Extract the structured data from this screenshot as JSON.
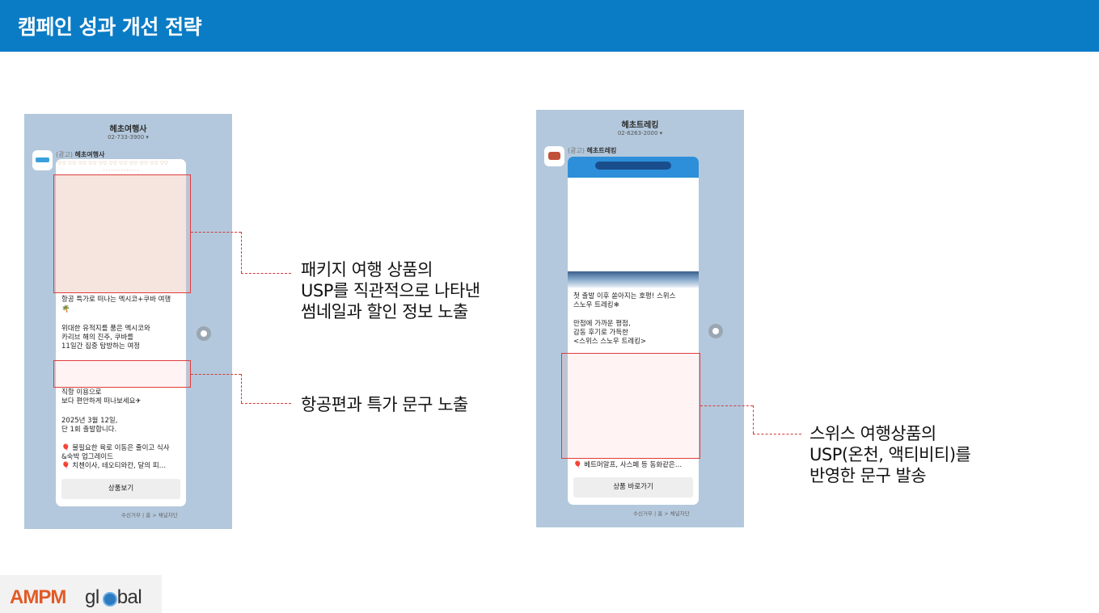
{
  "slide": {
    "title": "캠페인 성과 개선 전략"
  },
  "left_phone": {
    "channel_name": "헤초여행사",
    "channel_phone": "02-733-3900 ▾",
    "sender_ad": "(광고)",
    "sender_name": "헤초여행사",
    "message_line1": "항공 특가로 떠나는 멕시코+쿠바 여행",
    "message_emoji": "🌴",
    "message_block2": [
      "위대한 유적지를 품은 멕시코와",
      "카리브 해의 진주, 쿠바를",
      "11일간 집중 탐방하는 여정"
    ],
    "message_block3": [
      "직항 이용으로",
      "보다 편안하게 떠나보세요✈"
    ],
    "message_block4": [
      "2025년 3월 12일,",
      "단 1회 출발합니다."
    ],
    "message_block5": [
      "🎈 불필요한 육로 이동은 줄이고 식사",
      "&숙박 업그레이드",
      "🎈 치첸이사, 테오티와칸, 달의 피…"
    ],
    "button_label": "상품보기",
    "footer": "수신거부 | 홈 > 채널차단"
  },
  "right_phone": {
    "channel_name": "헤초트레킹",
    "channel_phone": "02-6263-2000 ▾",
    "sender_ad": "(광고)",
    "sender_name": "헤초트레킹",
    "message_block1": [
      "첫 출발 이후 쏟아지는 호평! 스위스",
      "스노우 트레킹❄"
    ],
    "message_block2": [
      "만점에 가까운 평점,",
      "감동 후기로 가득한",
      "<스위스 스노우 트레킹>"
    ],
    "message_block3": "🎈 베트머알프, 사스페 등 동화같은…",
    "button_label": "상품 바로가기",
    "footer": "수신거부 | 홈 > 채널차단"
  },
  "annotations": {
    "a1": [
      "패키지 여행 상품의",
      "USP를 직관적으로 나타낸",
      "썸네일과 할인 정보 노출"
    ],
    "a2": "항공편과 특가 문구 노출",
    "a3": [
      "스위스 여행상품의",
      "USP(온천, 액티비티)를",
      "반영한 문구 발송"
    ]
  },
  "logo": {
    "brand_part1": "AMPM",
    "brand_part2": "gl",
    "brand_part3": "bal"
  }
}
